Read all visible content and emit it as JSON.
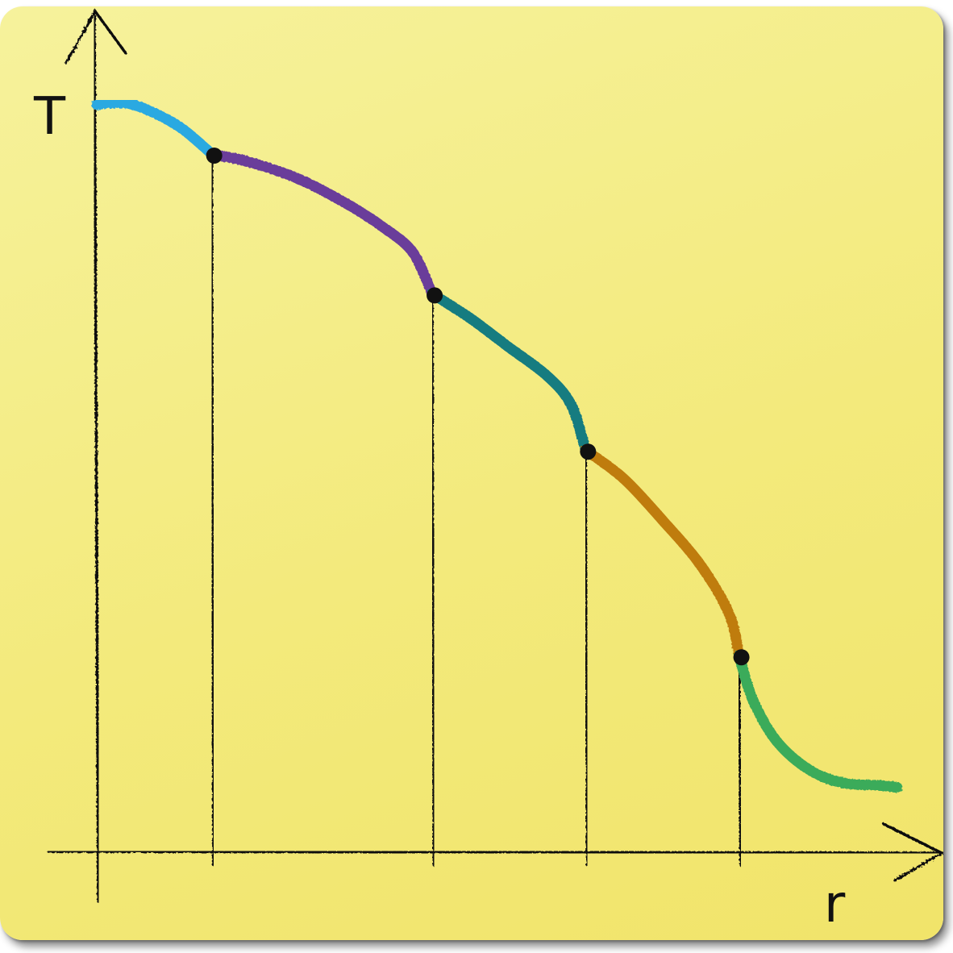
{
  "chart_data": {
    "type": "line",
    "title": "",
    "xlabel": "r",
    "ylabel": "T",
    "grid": false,
    "axes": {
      "arrows": true,
      "ticks": false
    },
    "xlim": [
      0,
      9
    ],
    "ylim": [
      0,
      10
    ],
    "breakpoints": [
      {
        "x": 1.2,
        "y": 8.5
      },
      {
        "x": 3.5,
        "y": 6.8
      },
      {
        "x": 5.1,
        "y": 4.9
      },
      {
        "x": 6.7,
        "y": 2.4
      }
    ],
    "series": [
      {
        "color": "#29a9e1",
        "points": [
          [
            0.0,
            9.1
          ],
          [
            0.3,
            9.12
          ],
          [
            0.6,
            9.0
          ],
          [
            0.9,
            8.8
          ],
          [
            1.2,
            8.5
          ]
        ]
      },
      {
        "color": "#6a3d9a",
        "points": [
          [
            1.2,
            8.5
          ],
          [
            1.6,
            8.4
          ],
          [
            2.1,
            8.2
          ],
          [
            2.6,
            7.9
          ],
          [
            3.0,
            7.6
          ],
          [
            3.3,
            7.3
          ],
          [
            3.5,
            6.8
          ]
        ]
      },
      {
        "color": "#137c80",
        "points": [
          [
            3.5,
            6.8
          ],
          [
            3.9,
            6.5
          ],
          [
            4.3,
            6.15
          ],
          [
            4.7,
            5.8
          ],
          [
            4.95,
            5.45
          ],
          [
            5.1,
            4.9
          ]
        ]
      },
      {
        "color": "#bf7c10",
        "points": [
          [
            5.1,
            4.9
          ],
          [
            5.5,
            4.55
          ],
          [
            5.9,
            4.05
          ],
          [
            6.3,
            3.5
          ],
          [
            6.6,
            2.9
          ],
          [
            6.7,
            2.4
          ]
        ]
      },
      {
        "color": "#3aab5a",
        "points": [
          [
            6.7,
            2.4
          ],
          [
            6.85,
            1.85
          ],
          [
            7.1,
            1.35
          ],
          [
            7.45,
            1.0
          ],
          [
            7.8,
            0.85
          ],
          [
            8.2,
            0.82
          ],
          [
            8.35,
            0.8
          ]
        ]
      }
    ]
  }
}
